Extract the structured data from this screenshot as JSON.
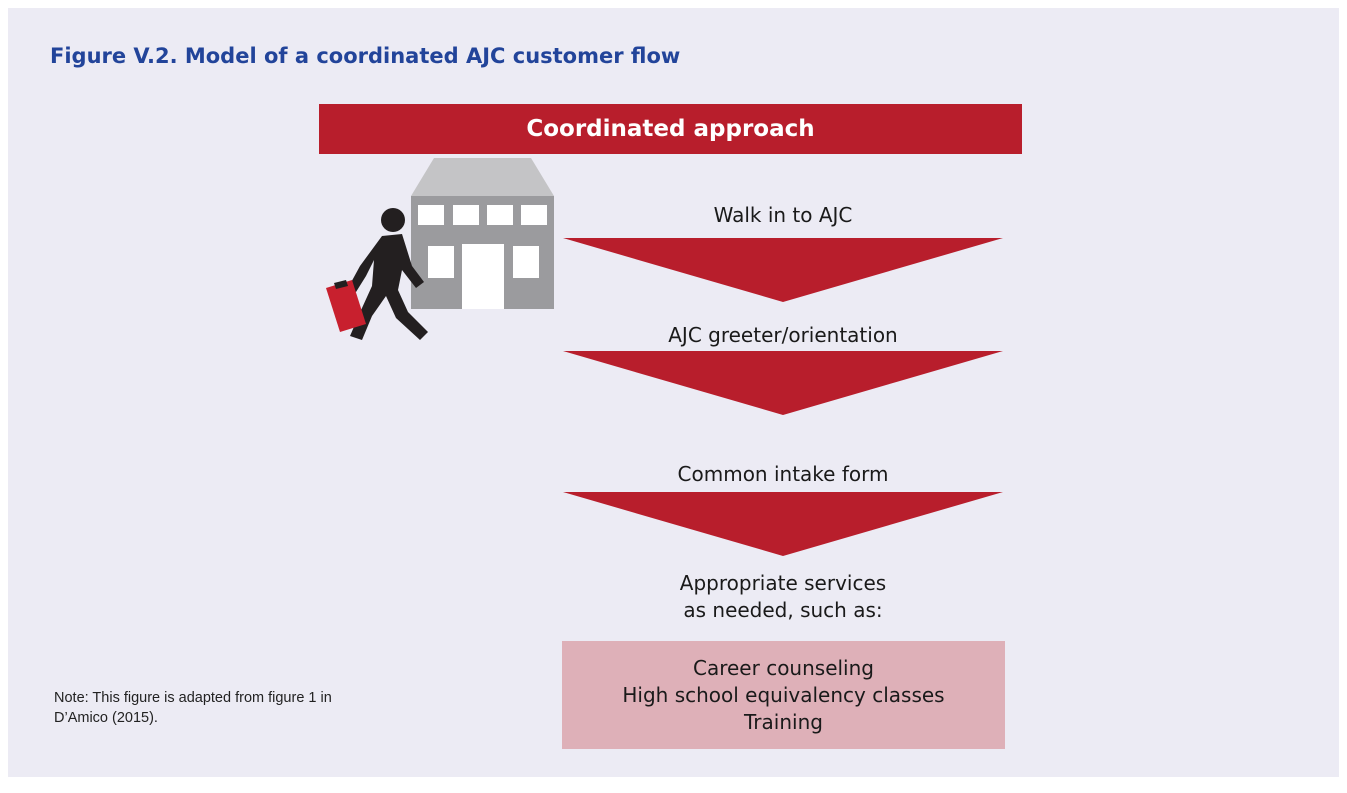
{
  "figure": {
    "title": "Figure V.2. Model of a coordinated AJC customer flow",
    "banner": "Coordinated approach",
    "steps": [
      {
        "label": "Walk in to AJC"
      },
      {
        "label": "AJC greeter/orientation"
      },
      {
        "label": "Common intake form"
      }
    ],
    "services_label": [
      "Appropriate services",
      "as needed, such as:"
    ],
    "services": [
      "Career counseling",
      "High school equivalency classes",
      "Training"
    ],
    "note": [
      "Note: This figure is adapted from figure 1 in",
      "D’Amico (2015)."
    ]
  },
  "colors": {
    "background": "#ecebf4",
    "title": "#22449a",
    "accent_red": "#b81e2c",
    "services_box": "#deb0b8",
    "building": "#9b9b9e",
    "roof": "#c4c4c6",
    "person": "#231f20"
  },
  "icons": [
    "building-icon",
    "walking-person-icon",
    "briefcase-icon"
  ]
}
